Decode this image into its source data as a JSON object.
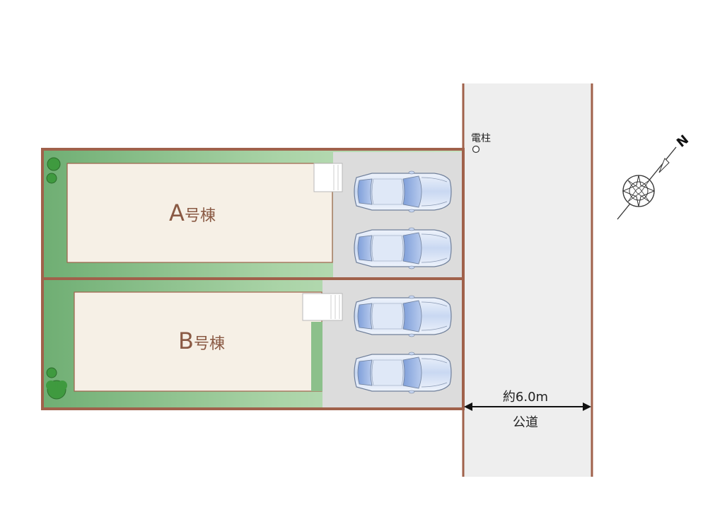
{
  "plan": {
    "house_a": {
      "letter": "A",
      "suffix": "号棟"
    },
    "house_b": {
      "letter": "B",
      "suffix": "号棟"
    },
    "utility_pole_label": "電柱",
    "road_width_label": "約6.0m",
    "road_label": "公道",
    "compass_label": "N"
  },
  "colors": {
    "boundary": "#a0614b",
    "garden": "#7fb77e",
    "house_fill": "#f6f0e6",
    "parking": "#dcdcdc",
    "road": "#eeeeee",
    "car_body": "#c7d6f1",
    "car_glass": "#9fb8e8"
  }
}
